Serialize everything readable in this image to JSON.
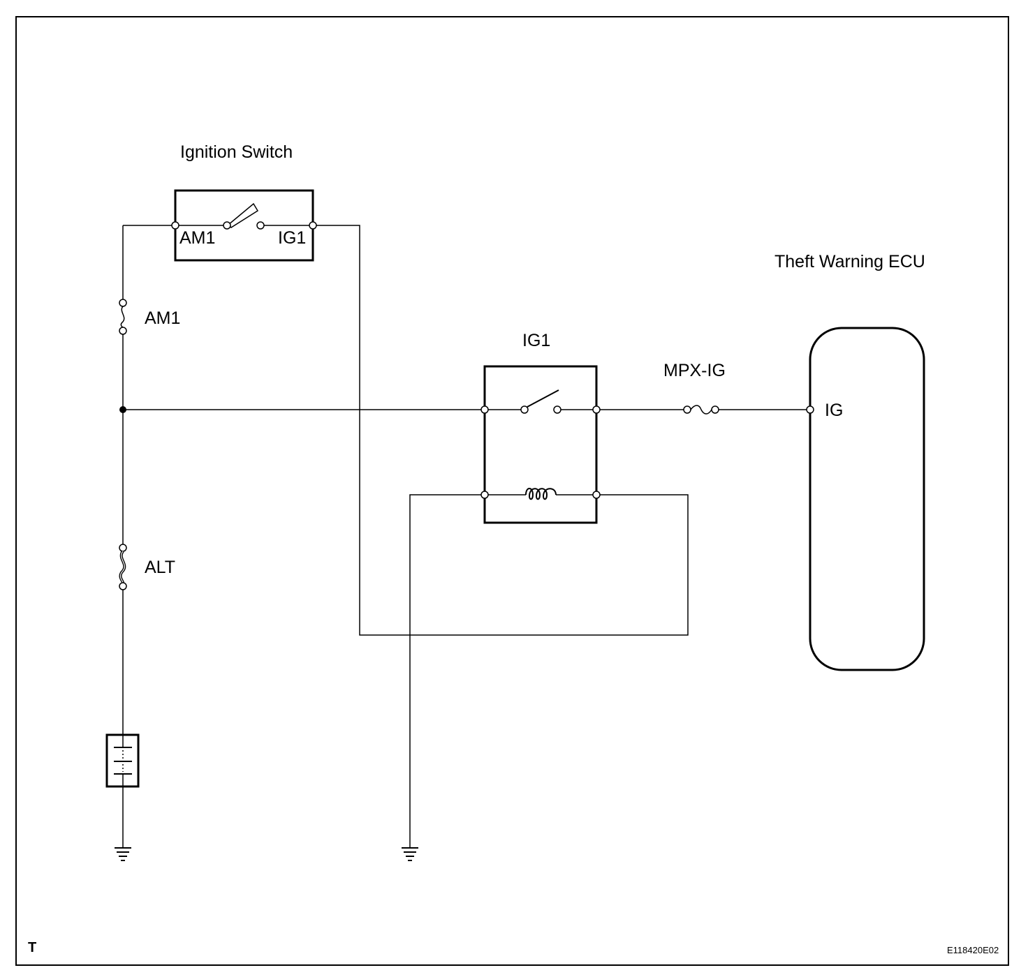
{
  "labels": {
    "ignition_switch_title": "Ignition Switch",
    "ignition_am1_terminal": "AM1",
    "ignition_ig1_terminal": "IG1",
    "fuse_am1": "AM1",
    "fuse_alt": "ALT",
    "relay_ig1": "IG1",
    "fuse_mpx_ig": "MPX-IG",
    "ecu_title": "Theft Warning ECU",
    "ecu_ig_terminal": "IG",
    "corner_mark": "T",
    "figure_code": "E118420E02"
  }
}
